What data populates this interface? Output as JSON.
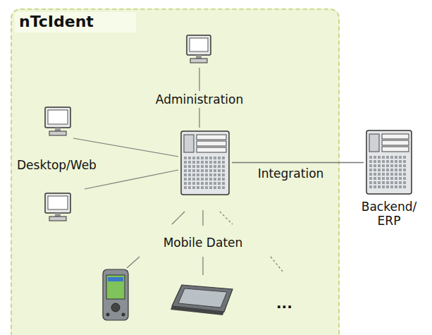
{
  "diagram": {
    "nodes": [
      {
        "text": [
          "nTcIdent"
        ]
      },
      {
        "in": 0
      },
      {
        "text": [
          "Backend/ ERP"
        ]
      }
    ],
    "edges": [
      {
        "from": 1,
        "to": 2,
        "arrow": "none",
        "label": "Integration"
      }
    ],
    "labels": [
      "Administration",
      "Desktop/Web",
      "Mobile Daten",
      "..."
    ]
  }
}
